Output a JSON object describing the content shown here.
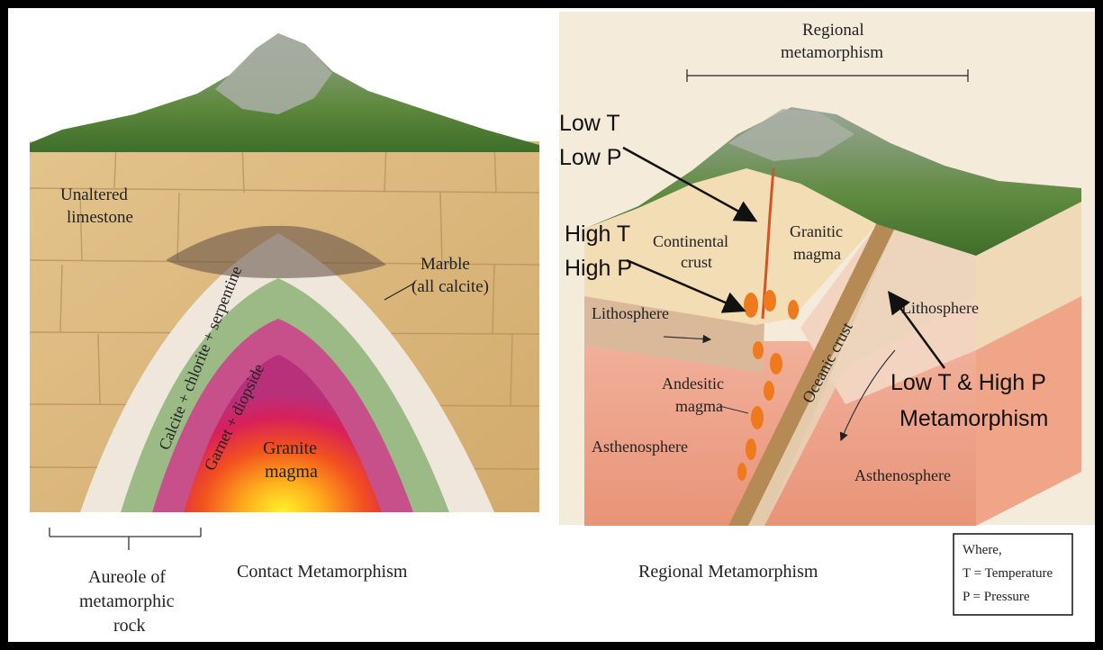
{
  "left_panel": {
    "unaltered_limestone": [
      "Unaltered",
      "limestone"
    ],
    "marble": [
      "Marble",
      "(all calcite)"
    ],
    "zone_outer": "Calcite + chlorite + serpentine",
    "zone_inner": "Garnet + diopside",
    "granite_magma": [
      "Granite",
      "magma"
    ],
    "aureole": [
      "Aureole of",
      "metamorphic",
      "rock"
    ],
    "caption": "Contact Metamorphism"
  },
  "right_panel": {
    "regional_top": [
      "Regional",
      "metamorphism"
    ],
    "low_t": "Low T",
    "low_p": "Low P",
    "high_t": "High T",
    "high_p": "High P",
    "continental_crust": [
      "Continental",
      "crust"
    ],
    "granitic_magma": [
      "Granitic",
      "magma"
    ],
    "lithosphere_left": "Lithosphere",
    "lithosphere_right": "Lithosphere",
    "oceanic_crust": "Oceanic crust",
    "andesitic_magma": [
      "Andesitic",
      "magma"
    ],
    "asthenosphere_left": "Asthenosphere",
    "asthenosphere_right": "Asthenosphere",
    "low_t_high_p": [
      "Low T & High P",
      "Metamorphism"
    ],
    "caption": "Regional Metamorphism"
  },
  "legend": {
    "title": "Where,",
    "t": "T = Temperature",
    "p": "P = Pressure"
  }
}
